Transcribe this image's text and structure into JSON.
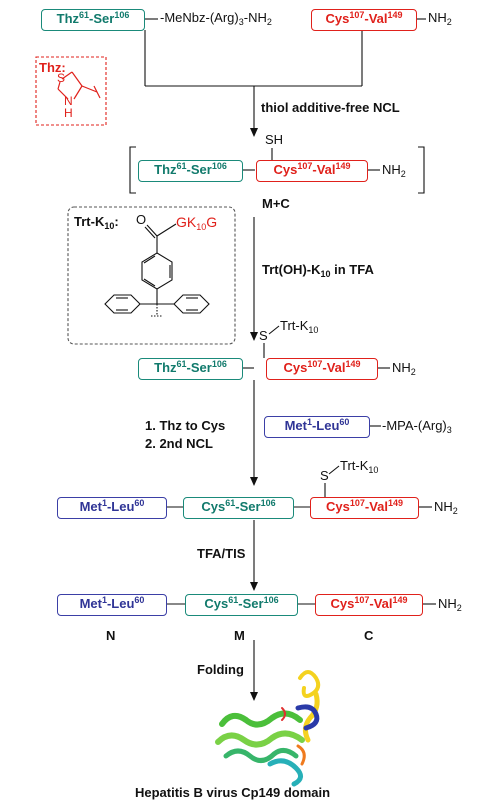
{
  "seg": {
    "thz": {
      "a": "Thz",
      "as": "61",
      "b": "-Ser",
      "bs": "106"
    },
    "cys107": {
      "a": "Cys",
      "as": "107",
      "b": "-Val",
      "bs": "149"
    },
    "cys61": {
      "a": "Cys",
      "as": "61",
      "b": "-Ser",
      "bs": "106"
    },
    "met": {
      "a": "Met",
      "as": "1",
      "b": "-Leu",
      "bs": "60"
    }
  },
  "labels": {
    "menbz_a": "-MeNbz-(Arg)",
    "menbz_sub": "3",
    "menbz_b": "-NH",
    "menbz_sub2": "2",
    "nh": "NH",
    "nh_sub": "2",
    "thz_box_title": "Thz:",
    "thz_S": "S",
    "thz_N": "N",
    "thz_H": "H",
    "step1": "thiol additive-free NCL",
    "sh": "SH",
    "mc": "M+C",
    "trt_label_a": "Trt-K",
    "trt_label_sub": "10",
    "trt_label_c": ":",
    "trt_O": "O",
    "trt_gk": "GK",
    "trt_gk_sub": "10",
    "trt_g": "G",
    "step2_a": "Trt(OH)-K",
    "step2_sub": "10",
    "step2_b": " in TFA",
    "s": "S",
    "trtk_a": "Trt-K",
    "trtk_sub": "10",
    "step3a": "1. Thz to Cys",
    "step3b": "2. 2nd NCL",
    "mpa_a": "-MPA-(Arg)",
    "mpa_sub": "3",
    "step4": "TFA/TIS",
    "N": "N",
    "M": "M",
    "C": "C",
    "step5": "Folding",
    "caption": "Hepatitis B virus Cp149 domain"
  },
  "colors": {
    "teal": "#117a6c",
    "red": "#e0211b",
    "blue": "#2f3496"
  }
}
